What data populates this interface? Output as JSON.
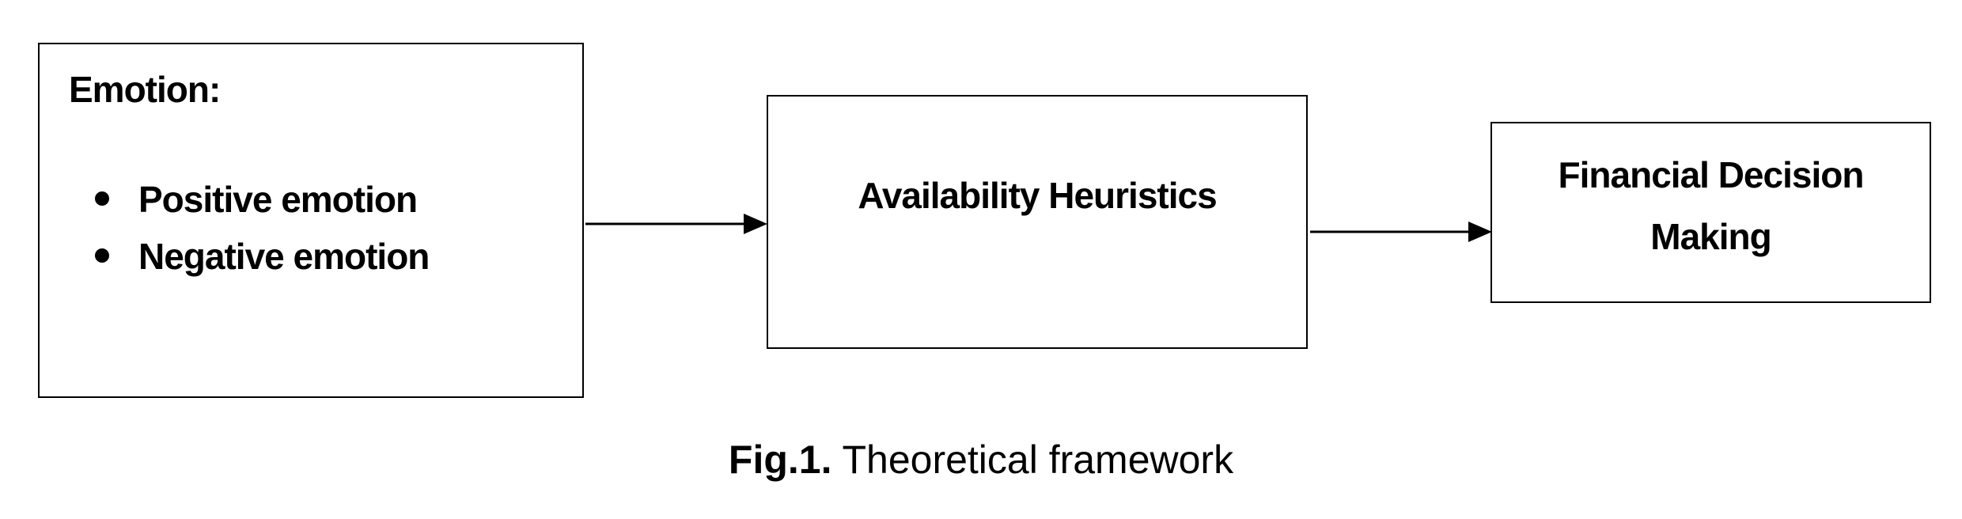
{
  "emotion_box": {
    "title": "Emotion:",
    "items": [
      "Positive emotion",
      "Negative emotion"
    ]
  },
  "availability_box": {
    "label": "Availability Heuristics"
  },
  "financial_box": {
    "label": "Financial Decision Making"
  },
  "caption": {
    "label": "Fig.1.",
    "text": " Theoretical framework"
  },
  "colors": {
    "stroke": "#000000",
    "background": "#ffffff"
  }
}
